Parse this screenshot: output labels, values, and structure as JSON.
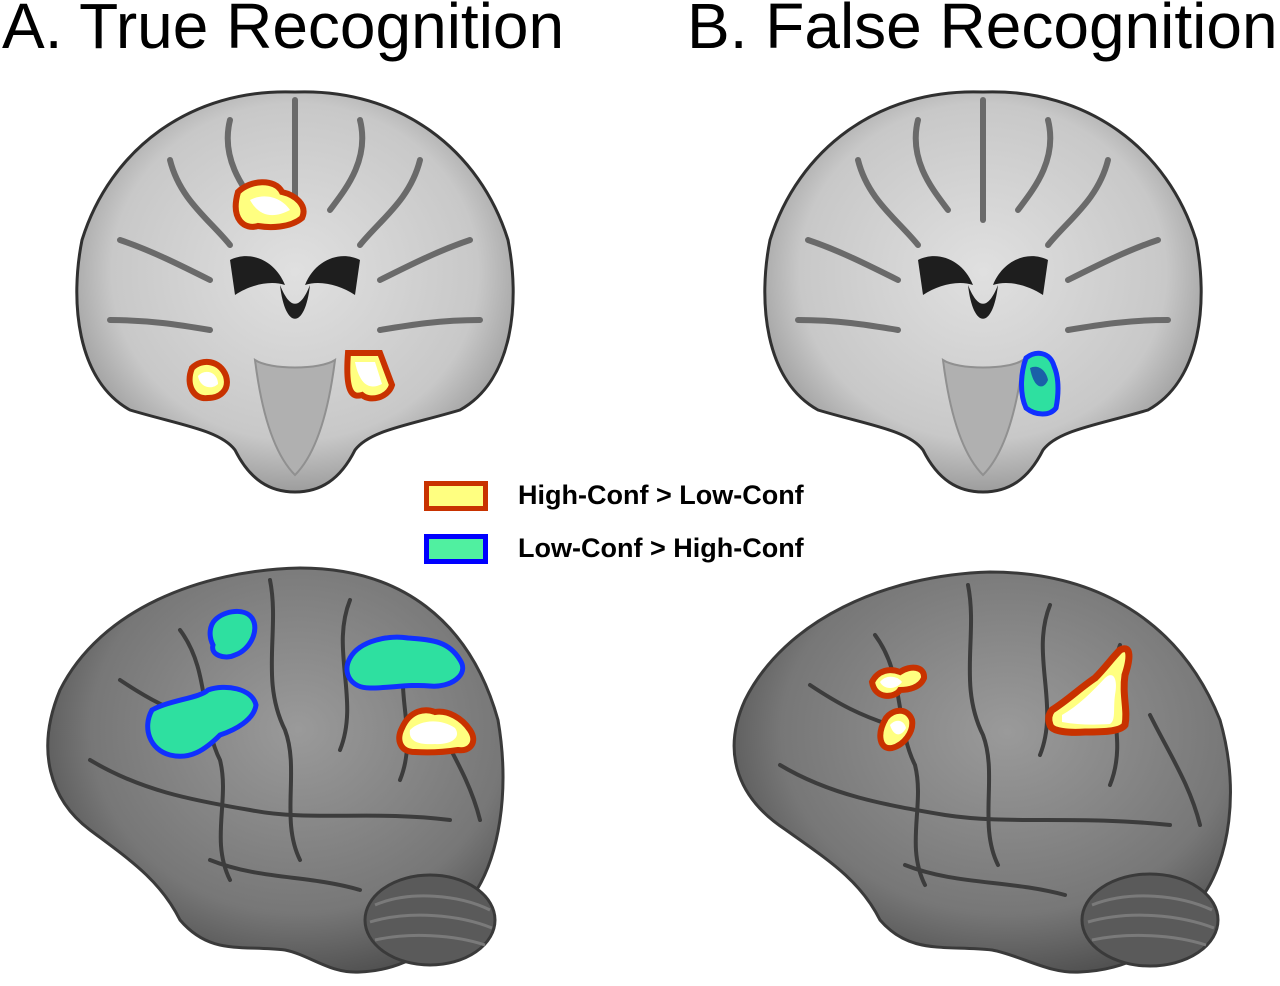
{
  "panels": {
    "a": {
      "title": "A. True Recognition"
    },
    "b": {
      "title": "B. False Recognition"
    }
  },
  "legend": [
    {
      "label": "High-Conf > Low-Conf",
      "fill": "#ffff80",
      "border": "#c83200"
    },
    {
      "label": "Low-Conf > High-Conf",
      "fill": "#50f0a0",
      "border": "#0000ff"
    }
  ],
  "colors": {
    "activation_high_core": "#ffffff",
    "activation_high_mid": "#ffff80",
    "activation_high_edge": "#c83200",
    "activation_low_core": "#2ee0a0",
    "activation_low_edge": "#1030ff",
    "brain_gray": "#8a8a8a"
  }
}
